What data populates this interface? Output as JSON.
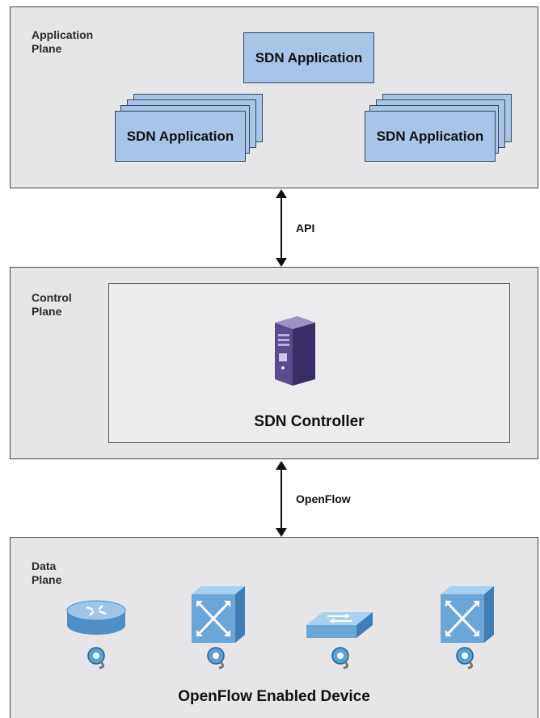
{
  "application_plane": {
    "label": "Application\nPlane",
    "apps": [
      "SDN Application",
      "SDN Application",
      "SDN Application"
    ]
  },
  "connectors": {
    "api_label": "API",
    "openflow_label": "OpenFlow"
  },
  "control_plane": {
    "label": "Control\nPlane",
    "controller_label": "SDN Controller",
    "icon": "server-icon"
  },
  "data_plane": {
    "label": "Data\nPlane",
    "devices": [
      {
        "icon": "router-icon"
      },
      {
        "icon": "multilayer-switch-icon"
      },
      {
        "icon": "workgroup-switch-icon"
      },
      {
        "icon": "multilayer-switch-icon"
      }
    ],
    "device_badge_icon": "openflow-badge-icon",
    "caption": "OpenFlow Enabled Device"
  },
  "colors": {
    "plane_bg": "#e6e6e8",
    "app_box": "#a9c4e6",
    "device_blue": "#6aa6d8"
  }
}
